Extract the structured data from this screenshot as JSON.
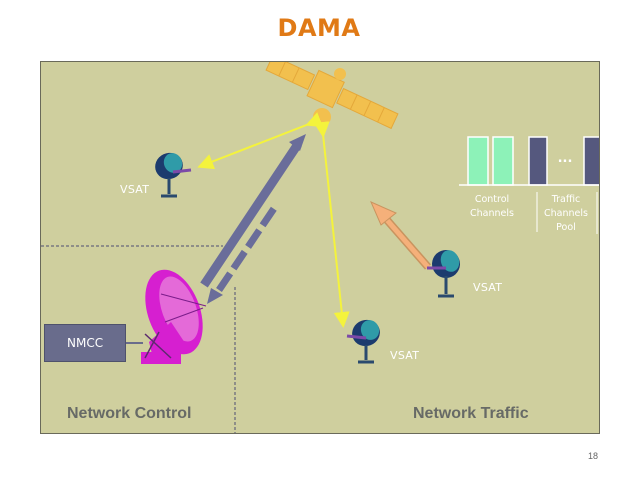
{
  "slide": {
    "title": "DAMA",
    "page_number": "18"
  },
  "diagram": {
    "vsat_top_label": "VSAT",
    "vsat_right_label": "VSAT",
    "vsat_bottom_label": "VSAT",
    "nmcc_label": "NMCC",
    "network_control_label": "Network Control",
    "network_traffic_label": "Network Traffic",
    "control_channels_label": "Control\nChannels",
    "traffic_channels_label": "Traffic\nChannels\nPool",
    "ellipsis": "...",
    "colors": {
      "panel_bg": "#cfcf9e",
      "satellite": "#f2c04e",
      "yellow_link": "#f4f33c",
      "control_link": "#6a6d9a",
      "request_arrow": "#f5b07a",
      "control_channel": "#8df2b8",
      "traffic_channel": "#55587e",
      "hub_dish": "#d61fd0",
      "title": "#e07a16"
    }
  }
}
